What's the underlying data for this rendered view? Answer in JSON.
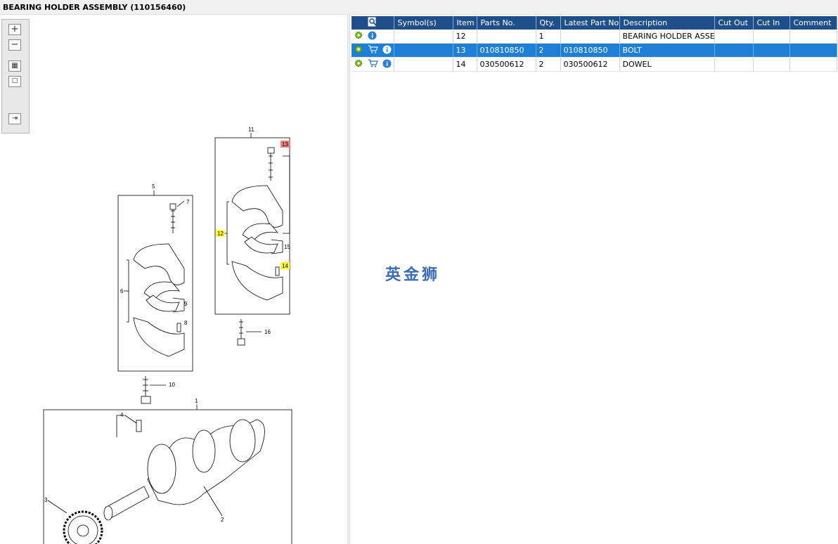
{
  "window": {
    "title": "BEARING HOLDER ASSEMBLY (110156460)"
  },
  "toolbox": {
    "buttons": [
      {
        "icon": "zoom-in-icon"
      },
      {
        "icon": "zoom-out-icon"
      },
      {
        "icon": "fit-all-icon"
      },
      {
        "icon": "actual-size-icon"
      },
      {
        "icon": "export-icon"
      }
    ]
  },
  "drawing": {
    "callouts": [
      "1",
      "2",
      "3",
      "4",
      "5",
      "6",
      "7",
      "8",
      "9",
      "10",
      "11",
      "12",
      "13",
      "14",
      "15",
      "16"
    ],
    "highlight_red": "#f08080",
    "highlight_yellow": "#ffff33"
  },
  "table": {
    "columns": [
      "",
      "Symbol(s)",
      "Item",
      "Parts No.",
      "Qty.",
      "Latest Part No.",
      "Description",
      "Cut Out",
      "Cut In",
      "Comment"
    ],
    "header_color": "#1f4f8a",
    "selected_color": "#1e7fd6",
    "rows": [
      {
        "symbols": "",
        "item": "12",
        "parts_no": "",
        "qty": "1",
        "latest": "",
        "description": "BEARING HOLDER ASSEMBLY",
        "cut_out": "",
        "cut_in": "",
        "comment": "",
        "cart": false
      },
      {
        "symbols": "",
        "item": "13",
        "parts_no": "010810850",
        "qty": "2",
        "latest": "010810850",
        "description": "BOLT",
        "cut_out": "",
        "cut_in": "",
        "comment": "",
        "cart": true
      },
      {
        "symbols": "",
        "item": "14",
        "parts_no": "030500612",
        "qty": "2",
        "latest": "030500612",
        "description": "DOWEL",
        "cut_out": "",
        "cut_in": "",
        "comment": "",
        "cart": true
      }
    ]
  },
  "watermark": "英金狮"
}
